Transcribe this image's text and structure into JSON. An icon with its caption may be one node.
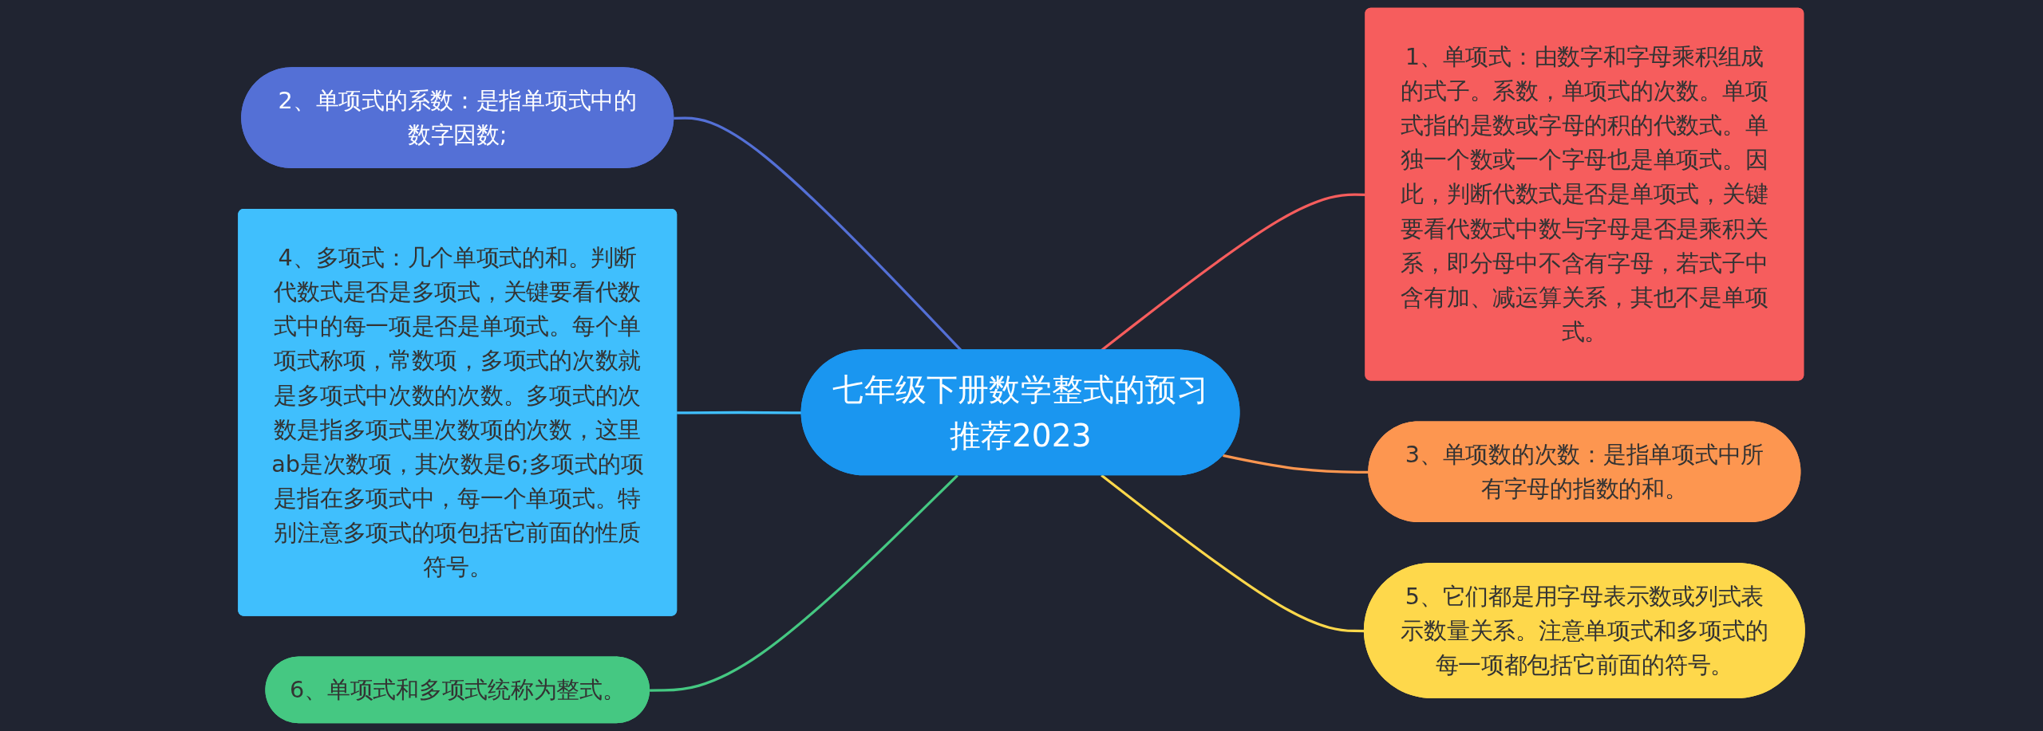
{
  "diagram": {
    "nodes": [
      {
        "text": [
          "七年级下册数学整式的预习推荐2023"
        ]
      },
      {
        "text": [
          "2、单项式的系数：是指单项式中的数字因数;"
        ]
      },
      {
        "text": [
          "1、单项式：由数字和字母乘积组成的式子。系数，单项式的次数。单项式指的是数或字母的积的代数式。单独一个数或一个字母也是单项式。因此，判断代数式是否是单项式，关键要看代数式中数与字母是否是乘积关系，即分母中不含有字母，若式子中含有加、减运算关系，其也不是单项式。"
        ]
      },
      {
        "text": [
          "4、多项式：几个单项式的和。判断代数式是否是多项式，关键要看代数式中的每一项是否是单项式。每个单项式称项，常数项，多项式的次数就是多项式中次数的次数。多项式的次数是指多项式里次数项的次数，这里ab是次数项，其次数是6;多项式的项是指在多项式中，每一个单项式。特别注意多项式的项包括它前面的性质符号。"
        ]
      },
      {
        "text": [
          "3、单项数的次数：是指单项式中所有字母的指数的和。"
        ]
      },
      {
        "text": [
          "5、它们都是用字母表示数或列式表示数量关系。注意单项式和多项式的每一项都包括它前面的符号。"
        ]
      },
      {
        "text": [
          "6、单项式和多项式统称为整式。"
        ]
      }
    ],
    "edges": [
      {
        "from": 1,
        "to": 0,
        "arrow": "none",
        "color": "#5470d6"
      },
      {
        "from": 0,
        "to": 2,
        "arrow": "none",
        "color": "#f65d5d"
      },
      {
        "from": 3,
        "to": 0,
        "arrow": "none",
        "color": "#40bffd"
      },
      {
        "from": 0,
        "to": 4,
        "arrow": "none",
        "color": "#fd9650"
      },
      {
        "from": 0,
        "to": 5,
        "arrow": "none",
        "color": "#fed84b"
      },
      {
        "from": 6,
        "to": 0,
        "arrow": "none",
        "color": "#45c882"
      }
    ]
  }
}
